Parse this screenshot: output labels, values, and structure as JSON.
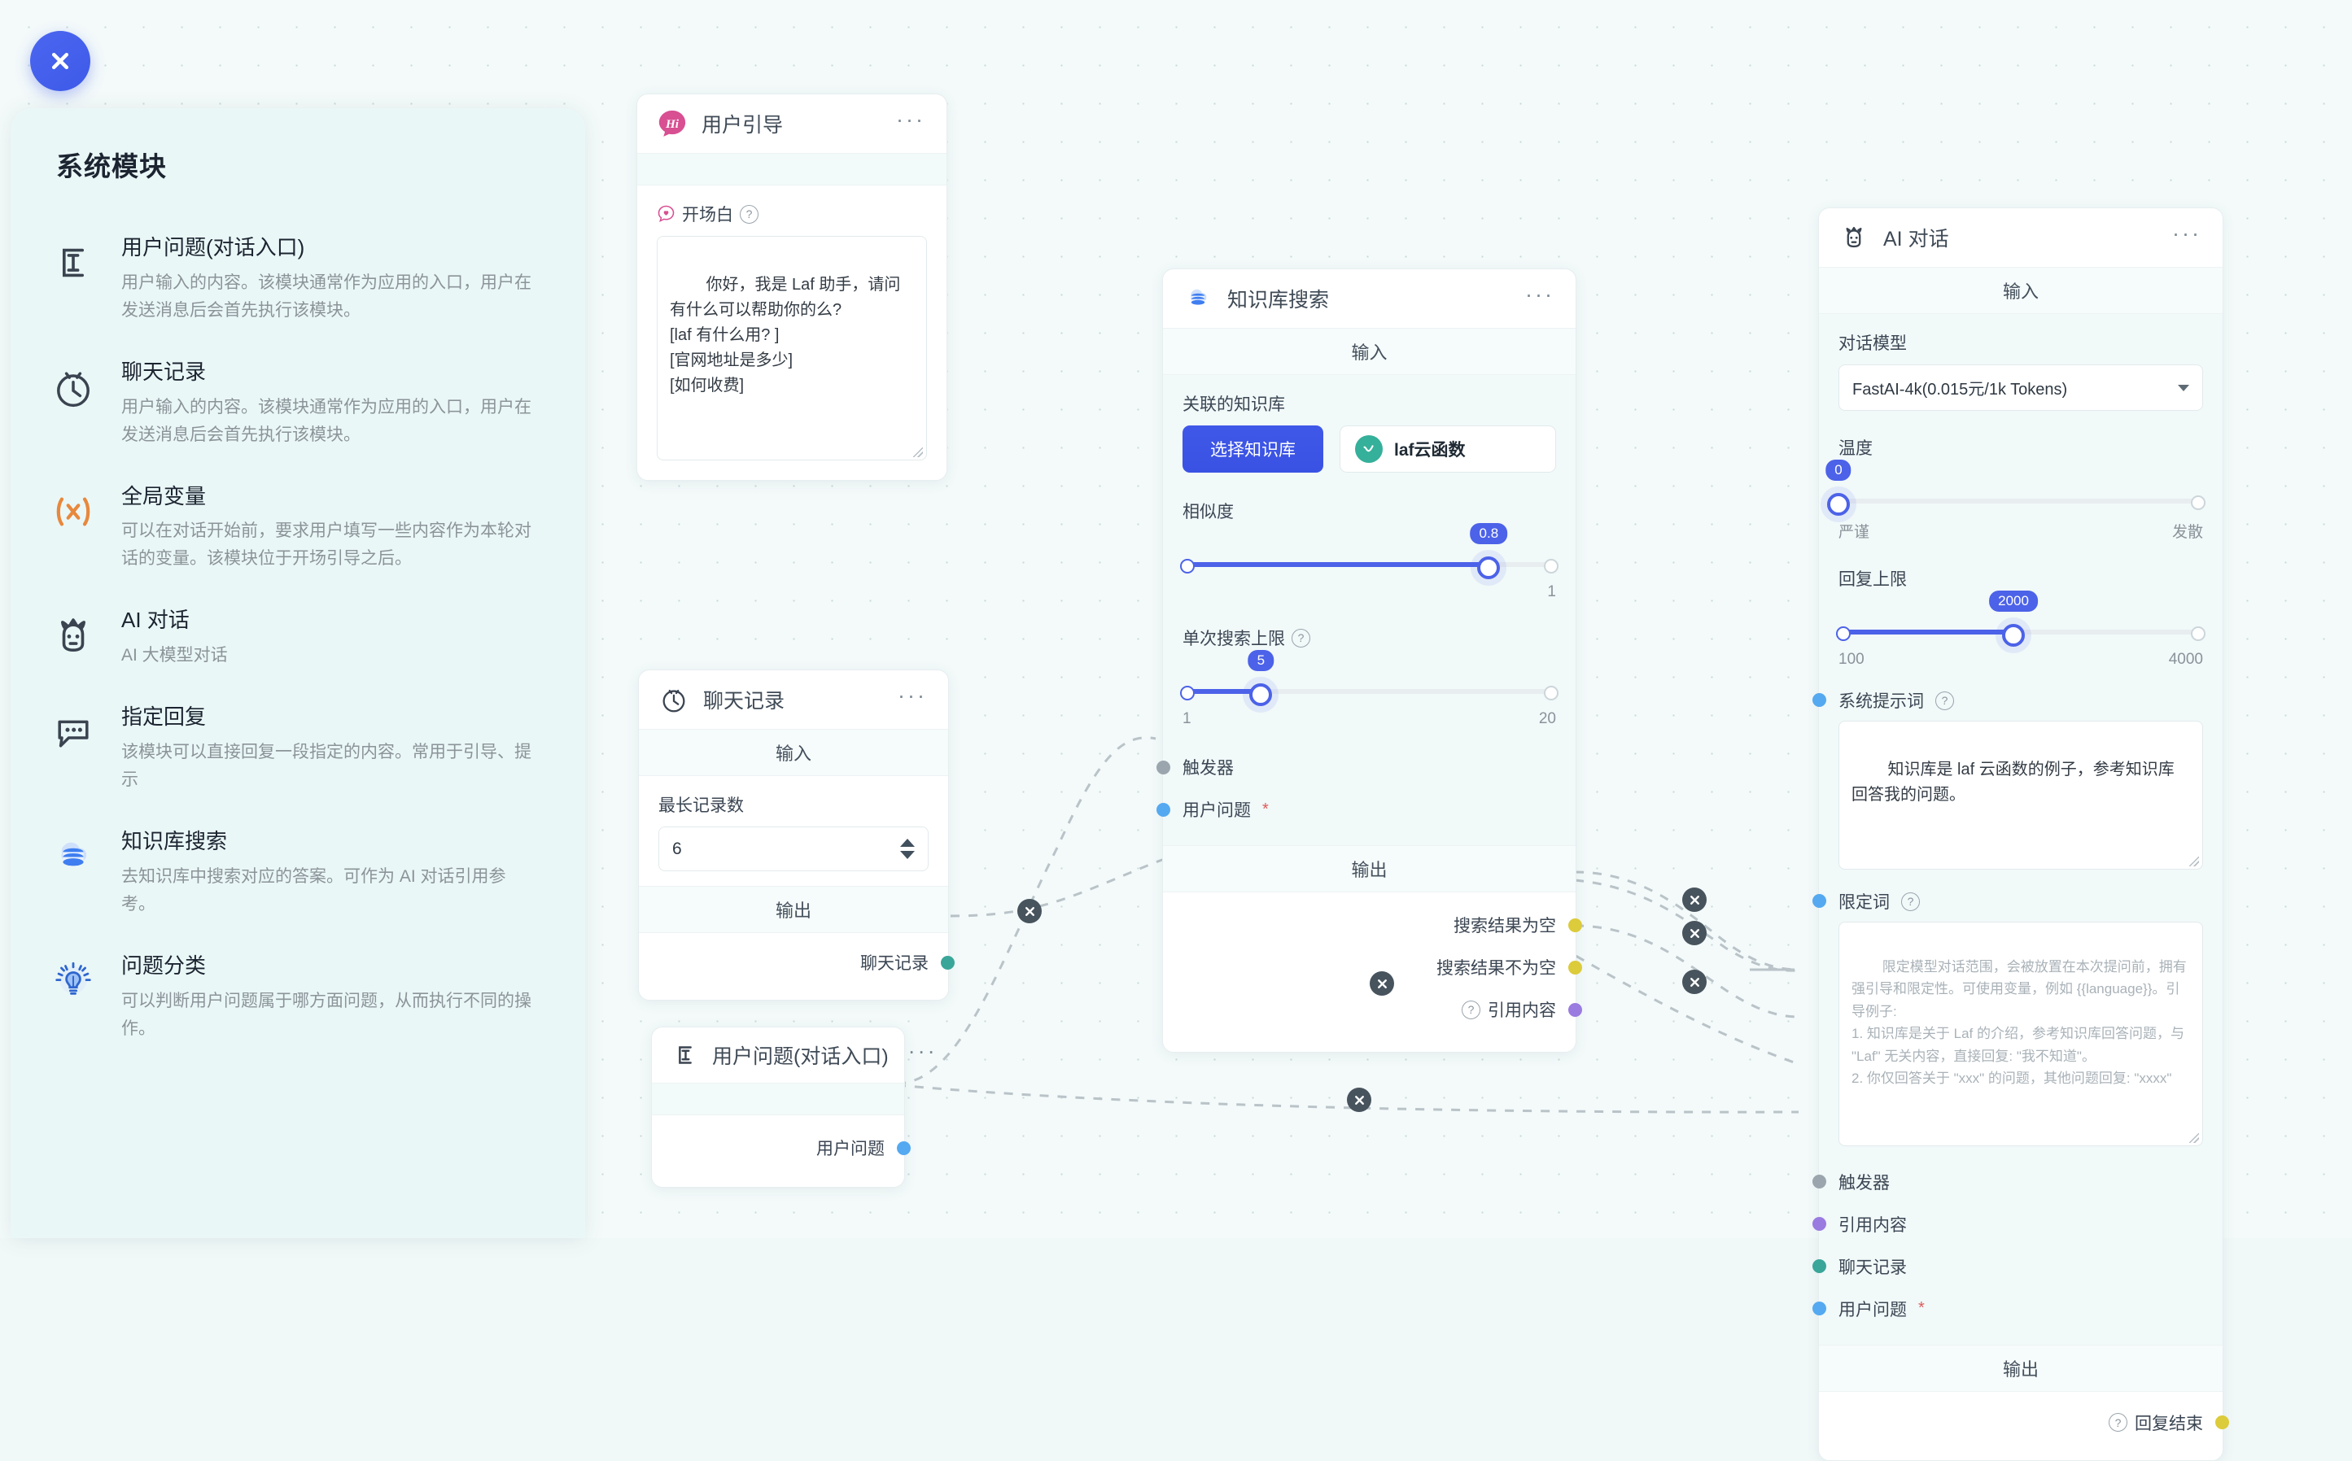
{
  "close_button": {
    "icon": "close-icon"
  },
  "sidebar": {
    "title": "系统模块",
    "items": [
      {
        "icon": "text-input-icon",
        "name": "用户问题(对话入口)",
        "desc": "用户输入的内容。该模块通常作为应用的入口，用户在发送消息后会首先执行该模块。"
      },
      {
        "icon": "clock-history-icon",
        "name": "聊天记录",
        "desc": "用户输入的内容。该模块通常作为应用的入口，用户在发送消息后会首先执行该模块。"
      },
      {
        "icon": "variable-x-icon",
        "name": "全局变量",
        "desc": "可以在对话开始前，要求用户填写一些内容作为本轮对话的变量。该模块位于开场引导之后。"
      },
      {
        "icon": "robot-icon",
        "name": "AI 对话",
        "desc": "AI 大模型对话"
      },
      {
        "icon": "chat-bubble-icon",
        "name": "指定回复",
        "desc": "该模块可以直接回复一段指定的内容。常用于引导、提示"
      },
      {
        "icon": "database-icon",
        "name": "知识库搜索",
        "desc": "去知识库中搜索对应的答案。可作为 AI 对话引用参考。"
      },
      {
        "icon": "lightbulb-icon",
        "name": "问题分类",
        "desc": "可以判断用户问题属于哪方面问题，从而执行不同的操作。"
      }
    ]
  },
  "nodes": {
    "user_guide": {
      "icon": "hi-badge-icon",
      "title": "用户引导",
      "menu": "···",
      "field_label": "开场白",
      "field_icon": "heart-chat-icon",
      "hint": "?",
      "value": "你好，我是 Laf 助手，请问有什么可以帮助你的么?\n[laf 有什么用? ]\n[官网地址是多少]\n[如何收费]"
    },
    "chat_history": {
      "icon": "clock-history-icon",
      "title": "聊天记录",
      "menu": "···",
      "input_section": "输入",
      "output_section": "输出",
      "max_records_label": "最长记录数",
      "max_records_value": "6",
      "output_port_label": "聊天记录"
    },
    "user_question": {
      "icon": "text-input-icon",
      "title": "用户问题(对话入口)",
      "menu": "···",
      "output_port_label": "用户问题"
    },
    "kb_search": {
      "icon": "database-icon",
      "title": "知识库搜索",
      "menu": "···",
      "input_section": "输入",
      "output_section": "输出",
      "linked_kb_label": "关联的知识库",
      "select_kb_button": "选择知识库",
      "kb_chip_name": "laf云函数",
      "similarity_label": "相似度",
      "similarity_value": "0.8",
      "similarity_max": "1",
      "limit_label": "单次搜索上限",
      "limit_hint": "?",
      "limit_value": "5",
      "limit_min": "1",
      "limit_max": "20",
      "in_trigger": "触发器",
      "in_user_question": "用户问题",
      "in_required_mark": "*",
      "out_empty": "搜索结果为空",
      "out_not_empty": "搜索结果不为空",
      "out_quote": "引用内容",
      "out_quote_hint": "?"
    },
    "ai_chat": {
      "icon": "robot-icon",
      "title": "AI 对话",
      "menu": "···",
      "input_section": "输入",
      "output_section": "输出",
      "model_label": "对话模型",
      "model_value": "FastAI-4k(0.015元/1k Tokens)",
      "temperature_label": "温度",
      "temperature_value": "0",
      "temperature_min_label": "严谨",
      "temperature_max_label": "发散",
      "max_tokens_label": "回复上限",
      "max_tokens_value": "2000",
      "max_tokens_min": "100",
      "max_tokens_max": "4000",
      "system_prompt_label": "系统提示词",
      "system_prompt_hint": "?",
      "system_prompt_value": "知识库是 laf 云函数的例子，参考知识库回答我的问题。",
      "limit_word_label": "限定词",
      "limit_word_hint": "?",
      "limit_word_placeholder": "限定模型对话范围，会被放置在本次提问前，拥有强引导和限定性。可使用变量，例如 {{language}}。引导例子:\n1. 知识库是关于 Laf 的介绍，参考知识库回答问题，与 \"Laf\" 无关内容，直接回复: \"我不知道\"。\n2. 你仅回答关于 \"xxx\" 的问题，其他问题回复: \"xxxx\"",
      "in_trigger": "触发器",
      "in_quote": "引用内容",
      "in_chat_history": "聊天记录",
      "in_user_question": "用户问题",
      "in_required_mark": "*",
      "out_finish": "回复结束",
      "out_finish_hint": "?"
    }
  },
  "edge_delete_buttons": [
    {
      "name": "edge-delete-1"
    },
    {
      "name": "edge-delete-2"
    },
    {
      "name": "edge-delete-3"
    },
    {
      "name": "edge-delete-4"
    },
    {
      "name": "edge-delete-5"
    },
    {
      "name": "edge-delete-6"
    }
  ],
  "colors": {
    "accent": "#4c62e8",
    "canvas_bg": "#f4fafa",
    "sidebar_bg": "#eaf7f7",
    "port_blue": "#55a9f0",
    "port_yellow": "#dccb3a",
    "port_purple": "#9a7be0",
    "port_teal": "#3aa699",
    "port_gray": "#9aa5ad",
    "kb_avatar": "#35b09a",
    "variable_orange": "#e8883c"
  }
}
